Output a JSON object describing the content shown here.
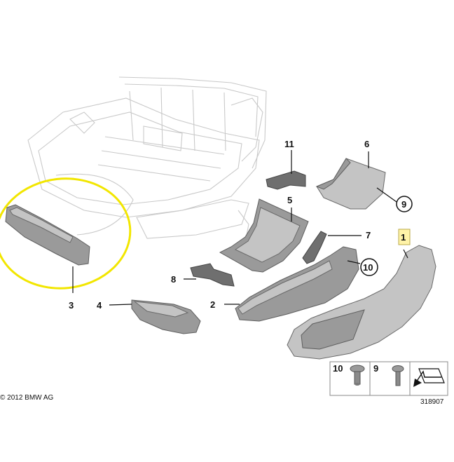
{
  "callouts": {
    "c1": "1",
    "c2": "2",
    "c3": "3",
    "c4": "4",
    "c5": "5",
    "c6": "6",
    "c7": "7",
    "c8": "8",
    "c9": "9",
    "c10": "10",
    "c11": "11"
  },
  "hardware_box": {
    "screw_10": "10",
    "screw_9": "9"
  },
  "footer": {
    "copyright": "© 2012 BMW AG",
    "diagram_number": "318907"
  },
  "colors": {
    "highlight_ellipse": "#f2e600",
    "highlight_label_bg": "#fff3a8",
    "part_gray": "#9a9a9a"
  },
  "icons": [
    "screw-icon",
    "bolt-icon",
    "direction-arrow-icon"
  ]
}
